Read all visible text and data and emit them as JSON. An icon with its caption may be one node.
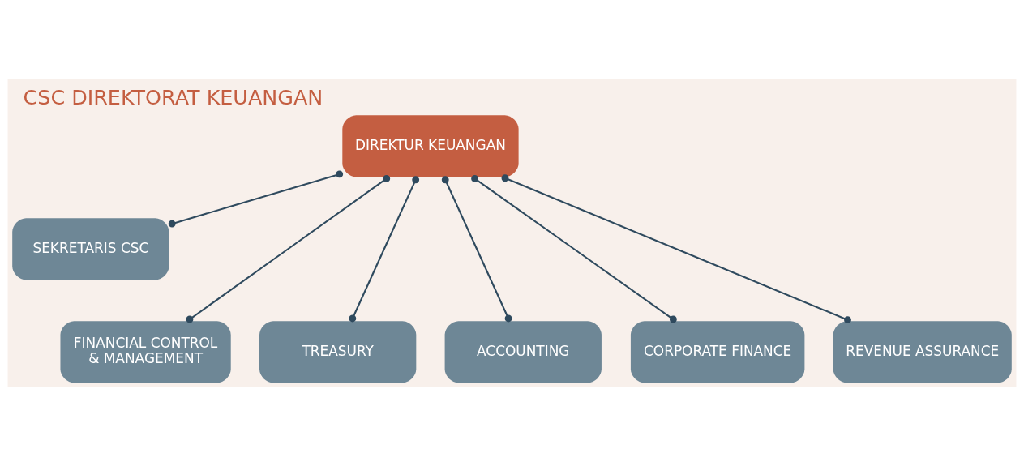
{
  "diagram": {
    "title": "CSC DIREKTORAT KEUANGAN",
    "nodes": [
      {
        "text": [
          "DIREKTUR KEUANGAN"
        ]
      },
      {
        "text": [
          "SEKRETARIS CSC"
        ]
      },
      {
        "text": [
          "FINANCIAL CONTROL & MANAGEMENT"
        ]
      },
      {
        "text": [
          "TREASURY"
        ]
      },
      {
        "text": [
          "ACCOUNTING"
        ]
      },
      {
        "text": [
          "CORPORATE FINANCE"
        ]
      },
      {
        "text": [
          "REVENUE ASSURANCE"
        ]
      }
    ],
    "edges": [
      {
        "from": 0,
        "to": 1,
        "arrow": "other"
      },
      {
        "from": 0,
        "to": 2,
        "arrow": "other"
      },
      {
        "from": 0,
        "to": 3,
        "arrow": "other"
      },
      {
        "from": 0,
        "to": 4,
        "arrow": "other"
      },
      {
        "from": 0,
        "to": 5,
        "arrow": "other"
      },
      {
        "from": 0,
        "to": 6,
        "arrow": "other"
      }
    ]
  }
}
